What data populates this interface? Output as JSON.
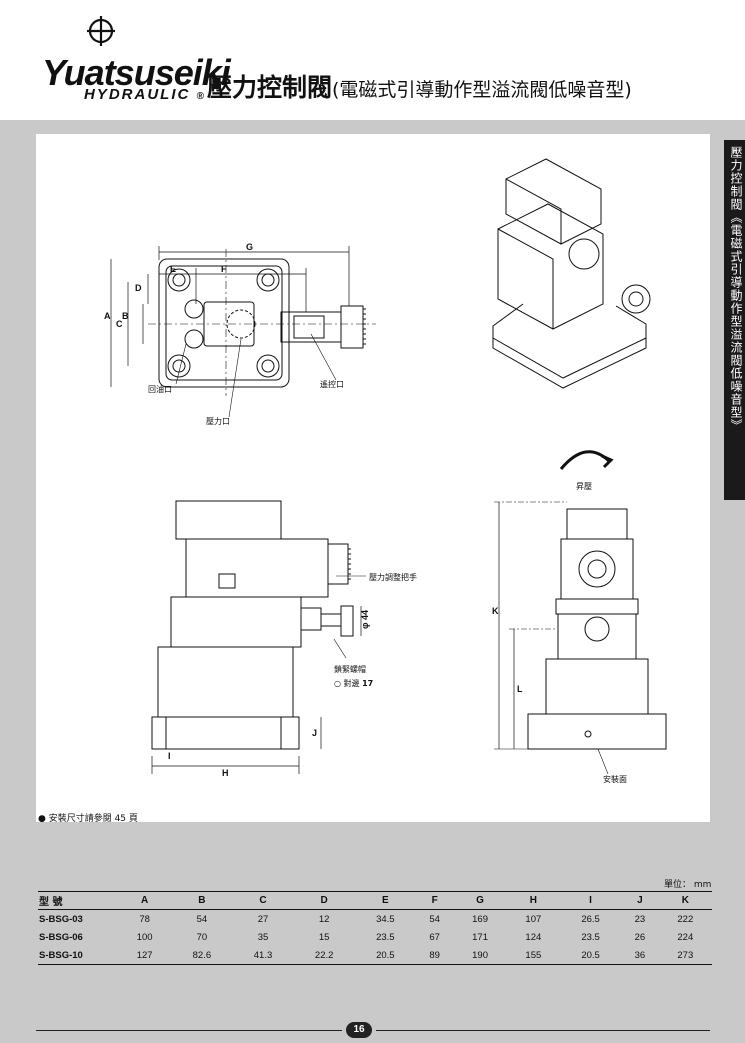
{
  "header": {
    "brand": "Yuatsuseiki",
    "brand_sub": "HYDRAULIC",
    "registered": "®",
    "title_main": "壓力控制閥",
    "title_sub": "(電磁式引導動作型溢流閥低噪音型)"
  },
  "side_tab": "壓力控制閥《電磁式引導動作型溢流閥低噪音型》",
  "drawing": {
    "dims": {
      "G": "G",
      "E": "E",
      "F": "F",
      "D": "D",
      "C": "C",
      "A": "A",
      "B": "B",
      "H": "H",
      "I": "I",
      "J": "J",
      "K": "K",
      "L": "L",
      "phi44": "φ 44",
      "width17": "17"
    },
    "callouts": {
      "return_port": "回油口",
      "pressure_port": "壓力口",
      "remote_port": "遙控口",
      "pressure_knob": "壓力調整把手",
      "lock_nut": "鎖緊螺帽",
      "across_flats": "對邊",
      "boost": "昇壓",
      "mount_face": "安裝面"
    },
    "note": "● 安裝尺寸請參閱 45 頁"
  },
  "table": {
    "unit_label": "單位： mm",
    "headers": [
      "型  號",
      "A",
      "B",
      "C",
      "D",
      "E",
      "F",
      "G",
      "H",
      "I",
      "J",
      "K"
    ],
    "rows": [
      [
        "S-BSG-03",
        "78",
        "54",
        "27",
        "12",
        "34.5",
        "54",
        "169",
        "107",
        "26.5",
        "23",
        "222"
      ],
      [
        "S-BSG-06",
        "100",
        "70",
        "35",
        "15",
        "23.5",
        "67",
        "171",
        "124",
        "23.5",
        "26",
        "224"
      ],
      [
        "S-BSG-10",
        "127",
        "82.6",
        "41.3",
        "22.2",
        "20.5",
        "89",
        "190",
        "155",
        "20.5",
        "36",
        "273"
      ]
    ]
  },
  "footer": {
    "page_number": "16"
  }
}
